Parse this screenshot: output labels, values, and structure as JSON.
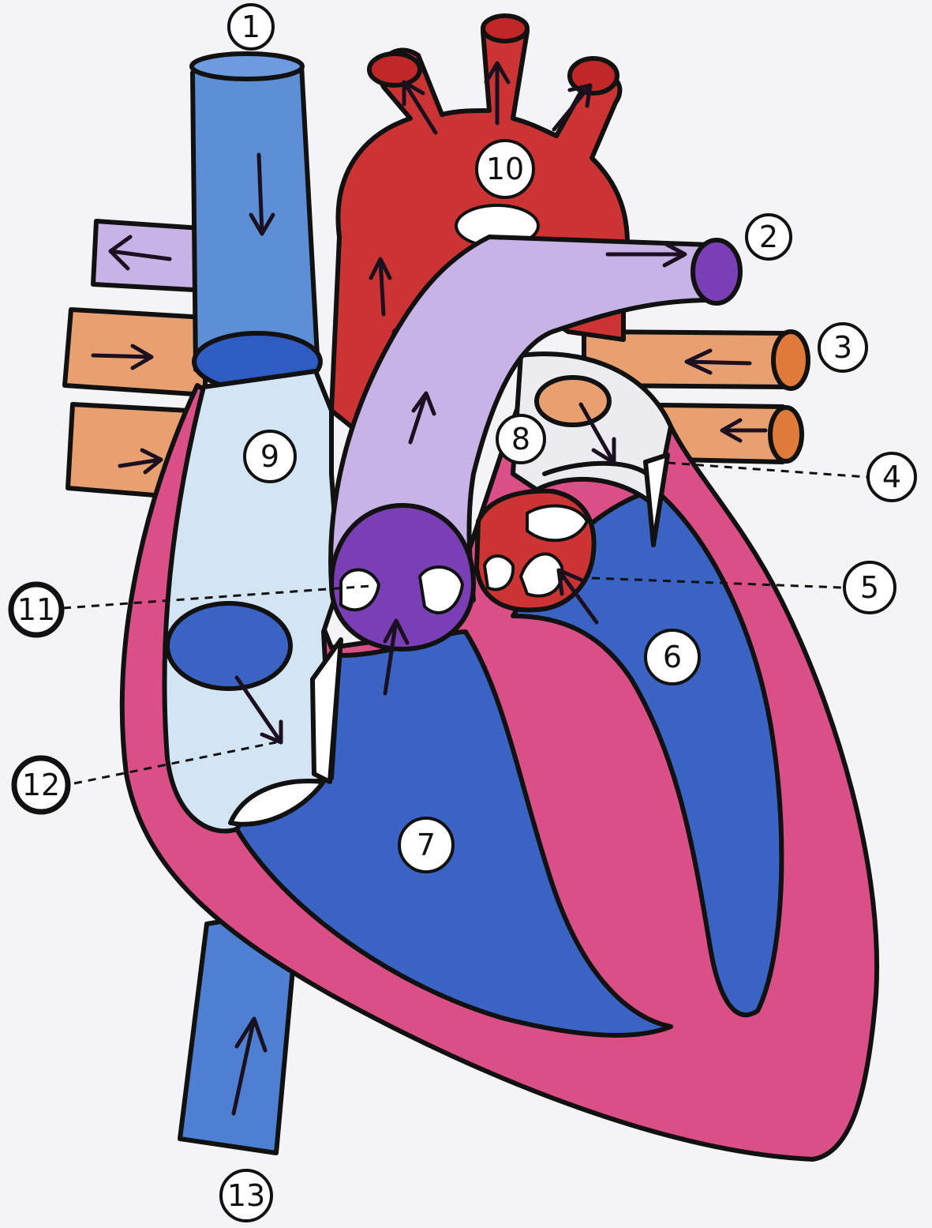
{
  "labels": {
    "l1": "1",
    "l2": "2",
    "l3": "3",
    "l4": "4",
    "l5": "5",
    "l6": "6",
    "l7": "7",
    "l8": "8",
    "l9": "9",
    "l10": "10",
    "l11": "11",
    "l12": "12",
    "l13": "13"
  },
  "colors": {
    "paper": "#f4f3f6",
    "deoxygenated_blue": "#3a63c4",
    "vena_cava_blue": "#5c8fd6",
    "oxygenated_red": "#cc3434",
    "pulmonary_artery_lilac": "#c7b3e6",
    "pulmonary_vein_orange": "#e9a071",
    "myocardium_pink": "#d94f86",
    "atrium_light_blue": "#d3e4f3",
    "valve_purple": "#7a3fb4"
  }
}
